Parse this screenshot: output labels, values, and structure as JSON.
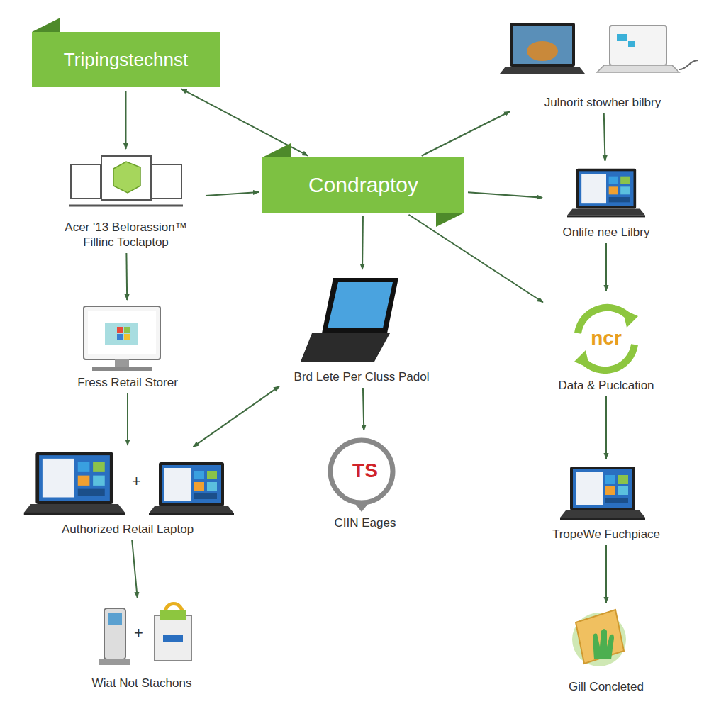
{
  "diagram": {
    "nodes": [
      {
        "text": [
          "Tripingstechnst"
        ]
      },
      {
        "text": [
          "Julnorit stowher bilbry"
        ]
      },
      {
        "text": [
          "Acer '13 Belorassion™ Fillinc Toclaptop"
        ]
      },
      {
        "text": [
          "Condraptoy"
        ]
      },
      {
        "text": [
          "Onlife nee Lilbry"
        ]
      },
      {
        "text": [
          "Fress Retail Storer"
        ]
      },
      {
        "text": [
          "Brd Lete Per Cluss Padol"
        ]
      },
      {
        "text": [
          "ncr",
          "Data & Puclcation"
        ]
      },
      {
        "text": [
          "Authorized Retail Laptop"
        ]
      },
      {
        "text": [
          "TS",
          "CIIN Eages"
        ]
      },
      {
        "text": [
          "TropeWe Fuchpiace"
        ]
      },
      {
        "text": [
          "Wiat Not Stachons"
        ]
      },
      {
        "text": [
          "Gill Concleted"
        ]
      }
    ],
    "edges": [
      {
        "from": 0,
        "to": 2,
        "arrow": "to"
      },
      {
        "from": 0,
        "to": 3,
        "arrow": "both"
      },
      {
        "from": 2,
        "to": 3,
        "arrow": "to"
      },
      {
        "from": 3,
        "to": 1,
        "arrow": "to"
      },
      {
        "from": 1,
        "to": 4,
        "arrow": "to"
      },
      {
        "from": 3,
        "to": 4,
        "arrow": "to"
      },
      {
        "from": 3,
        "to": 7,
        "arrow": "to"
      },
      {
        "from": 4,
        "to": 7,
        "arrow": "to"
      },
      {
        "from": 3,
        "to": 6,
        "arrow": "to"
      },
      {
        "from": 2,
        "to": 5,
        "arrow": "to"
      },
      {
        "from": 5,
        "to": 8,
        "arrow": "to"
      },
      {
        "from": 6,
        "to": 8,
        "arrow": "both"
      },
      {
        "from": 6,
        "to": 9,
        "arrow": "to"
      },
      {
        "from": 7,
        "to": 10,
        "arrow": "to"
      },
      {
        "from": 10,
        "to": 12,
        "arrow": "to"
      },
      {
        "from": 8,
        "to": 11,
        "arrow": "to"
      }
    ],
    "labels": [
      "+",
      "+"
    ]
  }
}
